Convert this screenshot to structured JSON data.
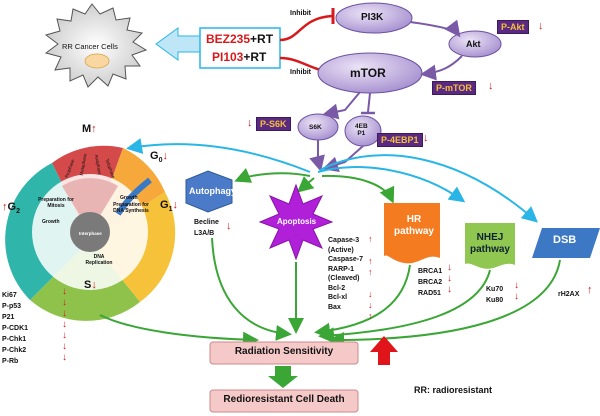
{
  "title_box": {
    "label": "RR Cancer Cells"
  },
  "treatment": {
    "line1_drug": "BEZ235",
    "line1_suffix": "+RT",
    "line2_drug": "PI103",
    "line2_suffix": "+RT"
  },
  "inhibit_label": "Inhibit",
  "nodes": {
    "pi3k": "PI3K",
    "akt": "Akt",
    "mtor": "mTOR",
    "s6k": "S6K",
    "ebp_line1": "4EB",
    "ebp_line2": "P1",
    "autophagy": "Autophagy",
    "apoptosis": "Apoptosis",
    "hr": "HR pathway",
    "nhej": "NHEJ pathway",
    "dsb": "DSB",
    "radiation_sensitivity": "Radiation Sensitivity",
    "cell_death": "Redioresistant Cell Death"
  },
  "phospho_boxes": {
    "p_akt": "P-Akt",
    "p_mtor": "P-mTOR",
    "p_s6k": "P-S6K",
    "p_4ebp1": "P-4EBP1"
  },
  "cell_cycle": {
    "m": "M",
    "g0": "G",
    "g0_sub": "0",
    "g1": "G",
    "g1_sub": "1",
    "g2": "G",
    "g2_sub": "2",
    "s": "S",
    "wedges": [
      "Prophase",
      "Metaphase",
      "Anaphase",
      "Telophase"
    ],
    "prep_mitosis": "Preparation for Mitosis",
    "growth_left": "Growth",
    "growth_right": "Growth",
    "prep_dna": "Preparation for DNA Synthesis",
    "interphase": "Interphase",
    "dna_rep": "DNA Replication"
  },
  "markers": {
    "cycle": [
      "Ki67",
      "P-p53",
      "P21",
      "P-CDK1",
      "P-Chk1",
      "P-Chk2",
      "P-Rb"
    ],
    "autophagy": [
      "Becline",
      "L3A/B"
    ],
    "apoptosis": [
      "Capase-3",
      "(Active)",
      "Caspase-7",
      "RARP-1",
      "(Cleaved)",
      "Bcl-2",
      "Bcl-xl",
      "Bax"
    ],
    "hr": [
      "BRCA1",
      "BRCA2",
      "RAD51"
    ],
    "nhej": [
      "Ku70",
      "Ku80"
    ],
    "dsb": [
      "rH2AX"
    ]
  },
  "legend": "RR: radioresistant",
  "colors": {
    "purple_node": "#c9b6e4",
    "dark_purple": "#5a2a82",
    "red": "#d7191c",
    "cyan": "#29b6e6",
    "green": "#3aa635",
    "orange": "#f47b20",
    "autophagy_blue": "#4a7ac8",
    "apoptosis_purple": "#b020d8",
    "nhej_green": "#8fc750",
    "dsb_blue": "#3d78c4",
    "pink_box": "#f6c9c9"
  },
  "icons": [
    "starburst-cell-icon",
    "block-arrow-icon",
    "up-arrow-icon",
    "down-arrow-icon"
  ]
}
